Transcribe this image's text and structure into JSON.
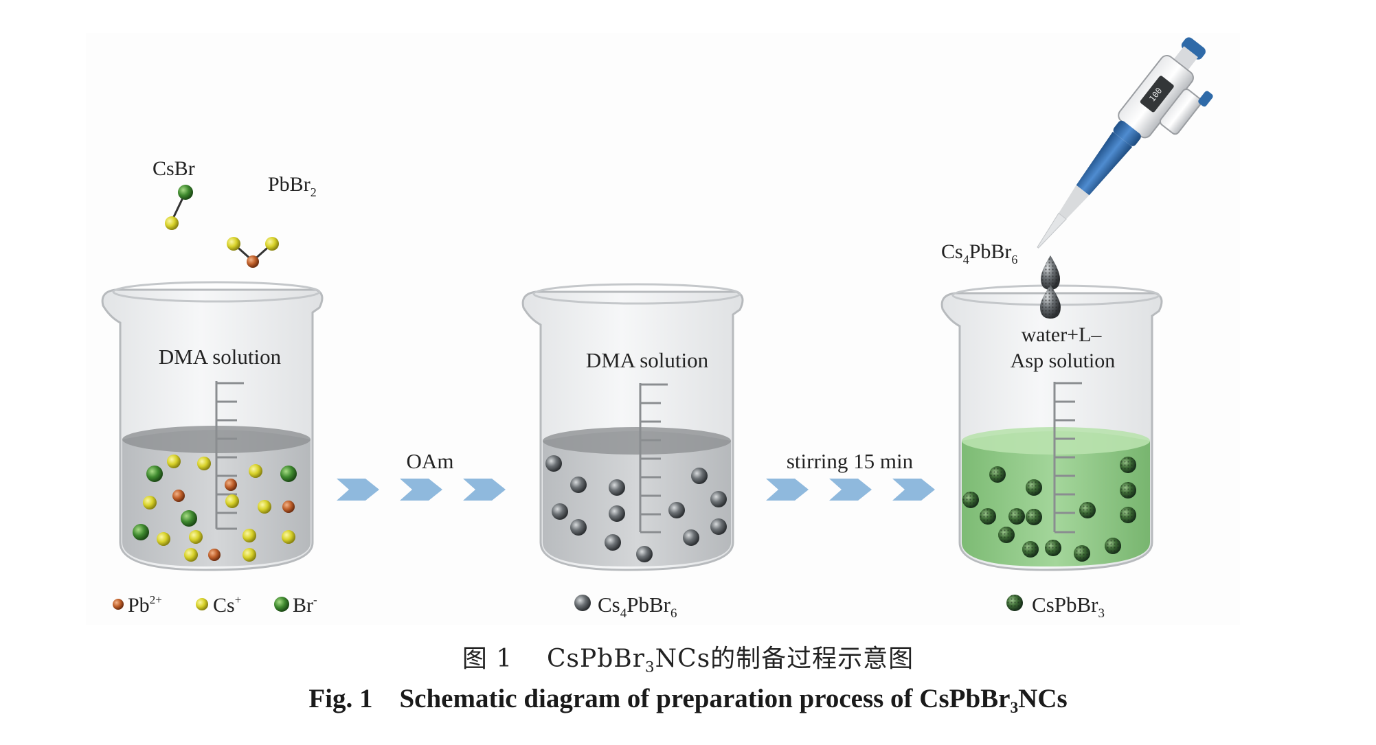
{
  "diagram": {
    "molecules": {
      "csbr": {
        "label": "CsBr"
      },
      "pbbr2": {
        "label": "PbBr",
        "sub": "2"
      }
    },
    "beakers": [
      {
        "id": "beaker-1",
        "label_lines": [
          "DMA solution"
        ]
      },
      {
        "id": "beaker-2",
        "label_lines": [
          "DMA solution"
        ]
      },
      {
        "id": "beaker-3",
        "label_lines": [
          "water+L–",
          "Asp solution"
        ]
      }
    ],
    "steps": [
      {
        "label": "OAm"
      },
      {
        "label": "stirring 15 min"
      }
    ],
    "dropper_label": {
      "main": "Cs",
      "sub1": "4",
      "mid": "PbBr",
      "sub2": "6"
    },
    "legends": {
      "ions": [
        {
          "symbol": "Pb",
          "sup": "2+",
          "color": "#c0602a"
        },
        {
          "symbol": "Cs",
          "sup": "+",
          "color": "#d8d22a"
        },
        {
          "symbol": "Br",
          "sup": "-",
          "color": "#3f8a2f"
        }
      ],
      "cs4pbbr6": {
        "main": "Cs",
        "sub1": "4",
        "mid": "PbBr",
        "sub2": "6",
        "color": "#555a5e"
      },
      "cspbbr3": {
        "main": "CsPbBr",
        "sub1": "3",
        "color": "#3d6b35"
      }
    },
    "pipette_display": "100"
  },
  "caption": {
    "cn_prefix": "图 1",
    "cn_formula_main": "CsPbBr",
    "cn_formula_sub": "3",
    "cn_suffix": " NCs的制备过程示意图",
    "en_prefix": "Fig. 1",
    "en_text_before": "Schematic diagram of preparation process of CsPbBr",
    "en_sub": "3",
    "en_text_after": " NCs"
  },
  "colors": {
    "arrow": "#8fb9dd",
    "grey_liquid": "#c9cbcd",
    "green_liquid": "#93c98a",
    "beaker_glass": "#eeeff0",
    "pipette_blue": "#2f6aa8"
  }
}
